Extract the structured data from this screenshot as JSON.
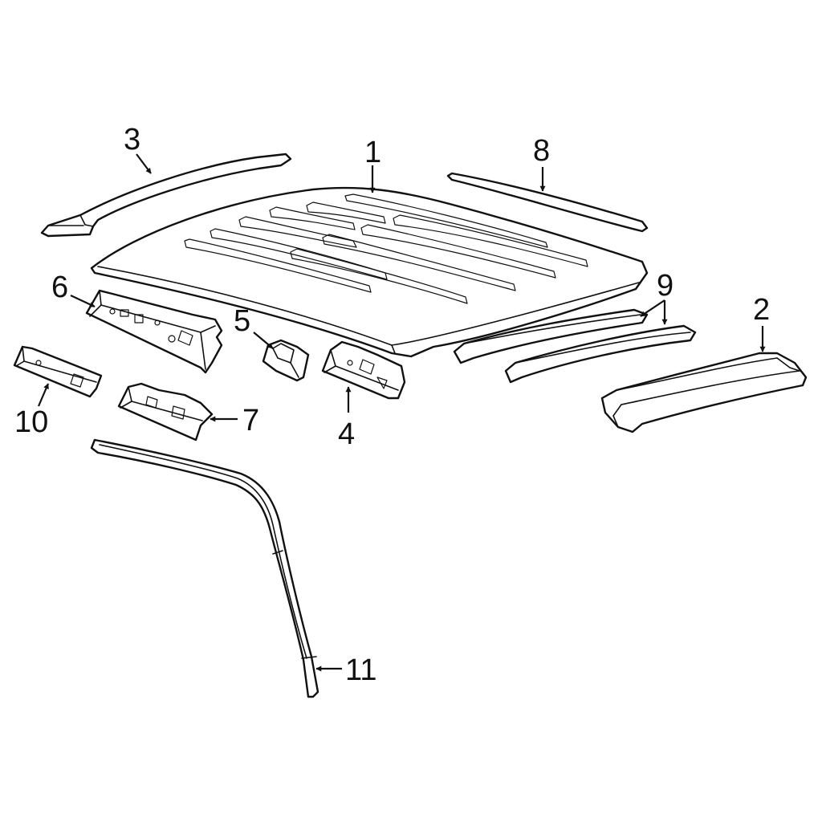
{
  "diagram": {
    "callouts": {
      "c1": "1",
      "c2": "2",
      "c3": "3",
      "c4": "4",
      "c5": "5",
      "c6": "6",
      "c7": "7",
      "c8": "8",
      "c9": "9",
      "c10": "10",
      "c11": "11"
    },
    "colors": {
      "line": "#111111",
      "fill": "#ffffff"
    }
  }
}
